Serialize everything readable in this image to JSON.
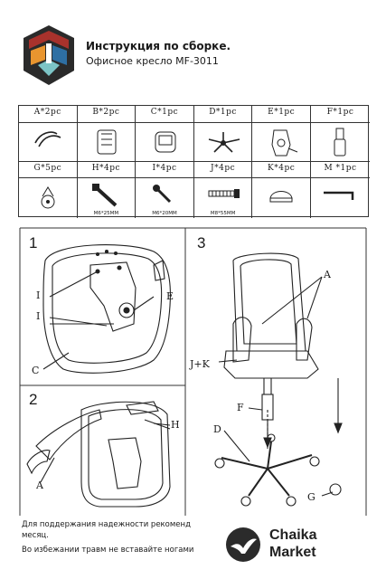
{
  "header": {
    "title": "Инструкция по сборке.",
    "subtitle": "Офисное кресло MF-3011"
  },
  "parts": [
    {
      "label": "A*2pc",
      "icon": "armrest-icon",
      "sub": ""
    },
    {
      "label": "B*2pc",
      "icon": "armrest-pad-icon",
      "sub": ""
    },
    {
      "label": "C*1pc",
      "icon": "seat-icon",
      "sub": ""
    },
    {
      "label": "D*1pc",
      "icon": "star-base-icon",
      "sub": ""
    },
    {
      "label": "E*1pc",
      "icon": "mechanism-icon",
      "sub": ""
    },
    {
      "label": "F*1pc",
      "icon": "gas-lift-icon",
      "sub": ""
    },
    {
      "label": "G*5pc",
      "icon": "caster-icon",
      "sub": ""
    },
    {
      "label": "H*4pc",
      "icon": "bolt-long-icon",
      "sub": "M6*25MM"
    },
    {
      "label": "I*4pc",
      "icon": "bolt-short-icon",
      "sub": "M6*20MM"
    },
    {
      "label": "J*4pc",
      "icon": "bolt-thread-icon",
      "sub": "M8*55MM"
    },
    {
      "label": "K*4pc",
      "icon": "cap-icon",
      "sub": ""
    },
    {
      "label": "M *1pc",
      "icon": "hex-key-icon",
      "sub": ""
    }
  ],
  "steps": {
    "step1": {
      "number": "1",
      "callouts": {
        "I1": "I",
        "I2": "I",
        "E": "E",
        "C": "C"
      }
    },
    "step2": {
      "number": "2",
      "callouts": {
        "H": "H",
        "A": "A"
      }
    },
    "step3": {
      "number": "3",
      "callouts": {
        "A": "A",
        "JK": "J+K",
        "F": "F",
        "D": "D",
        "G": "G"
      }
    }
  },
  "footer": {
    "line1": "Для поддержания надежности рекоменд",
    "line2": "месяц.",
    "line3": "Во избежании травм не вставайте ногами"
  },
  "watermark": {
    "line1": "Chaika",
    "line2": "Market"
  },
  "colors": {
    "logo_red": "#a8322c",
    "logo_orange": "#e8952f",
    "logo_blue": "#2e6fa3",
    "logo_teal": "#7cc4c6"
  }
}
